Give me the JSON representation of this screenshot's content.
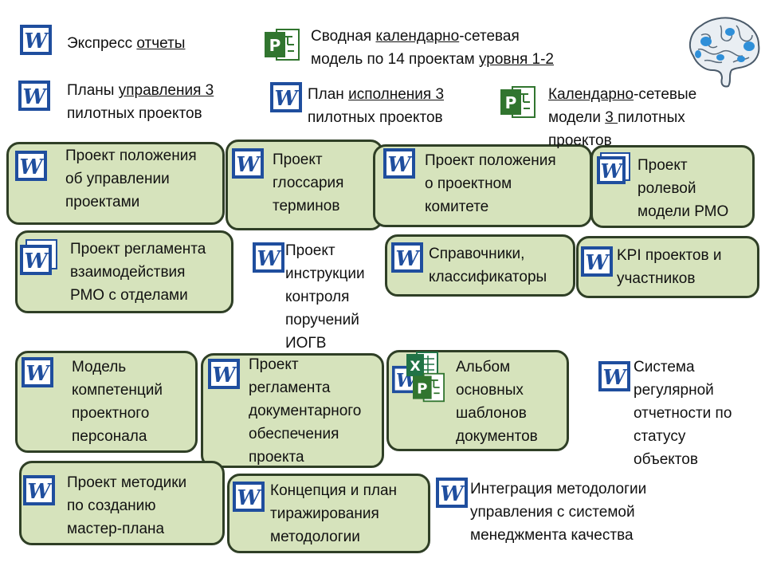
{
  "colors": {
    "box_fill": "#d6e3bc",
    "box_border": "#2f3f26",
    "word_blue": "#1f4e9e",
    "project_green": "#31752f",
    "excel_green": "#217346"
  },
  "icons": {
    "word": "word-doc-icon",
    "project": "ms-project-icon",
    "excel": "excel-icon",
    "brain": "brain-icon"
  },
  "items": [
    {
      "id": "express",
      "parts": [
        {
          "t": "Экспресс "
        },
        {
          "t": "отчеты",
          "u": true
        }
      ]
    },
    {
      "id": "svodnaya",
      "lines": [
        [
          {
            "t": "Сводная "
          },
          {
            "t": "календарно",
            "u": true
          },
          {
            "t": "-сетевая"
          }
        ],
        [
          {
            "t": "модель по 14 проектам "
          },
          {
            "t": "уровня 1-2",
            "u": true
          }
        ]
      ]
    },
    {
      "id": "plany",
      "lines": [
        [
          {
            "t": "Планы "
          },
          {
            "t": "управления 3",
            "u": true
          }
        ],
        [
          {
            "t": "пилотных проектов"
          }
        ]
      ]
    },
    {
      "id": "plan-isp",
      "lines": [
        [
          {
            "t": "План "
          },
          {
            "t": "исполнения 3",
            "u": true
          }
        ],
        [
          {
            "t": "пилотных проектов"
          }
        ]
      ]
    },
    {
      "id": "kalendar",
      "lines": [
        [
          {
            "t": "Календарно",
            "u": true
          },
          {
            "t": "-сетевые"
          }
        ],
        [
          {
            "t": "модели "
          },
          {
            "t": "3 ",
            "u": true
          },
          {
            "t": "пилотных"
          }
        ],
        [
          {
            "t": "проектов"
          }
        ]
      ]
    },
    {
      "id": "polozh-upr",
      "text": "Проект положения\nоб управлении\nпроектами"
    },
    {
      "id": "glossary",
      "text": "Проект\nглоссария\nтерминов"
    },
    {
      "id": "polozh-kom",
      "text": "Проект положения\nо проектном\nкомитете"
    },
    {
      "id": "rolevoy",
      "text": "Проект\nролевой\nмодели РМО"
    },
    {
      "id": "reglament-vz",
      "text": "Проект регламента\nвзаимодействия\nРМО с отделами"
    },
    {
      "id": "instrukcii",
      "text": "Проект\nинструкции\nконтроля\nпоручений\nИОГВ"
    },
    {
      "id": "spravochniki",
      "text": "Справочники,\nклассификаторы"
    },
    {
      "id": "kpi",
      "text": "KPI проектов и\nучастников"
    },
    {
      "id": "model-komp",
      "text": "Модель\nкомпетенций\nпроектного\nперсонала"
    },
    {
      "id": "reglament-doc",
      "text": "Проект\nрегламента\nдокументарного\nобеспечения\nпроекта"
    },
    {
      "id": "albom",
      "text": "Альбом\nосновных\nшаблонов\nдокументов"
    },
    {
      "id": "sistema",
      "text": "Система\nрегулярной\nотчетности по\nстатусу\nобъектов"
    },
    {
      "id": "metodika",
      "text": "Проект методики\nпо созданию\nмастер-плана"
    },
    {
      "id": "koncepciya",
      "text": "Концепция и план\nтиражирования\nметодологии"
    },
    {
      "id": "integraciya",
      "text": "Интеграция методологии\nуправления с системой\nменеджмента качества"
    }
  ]
}
